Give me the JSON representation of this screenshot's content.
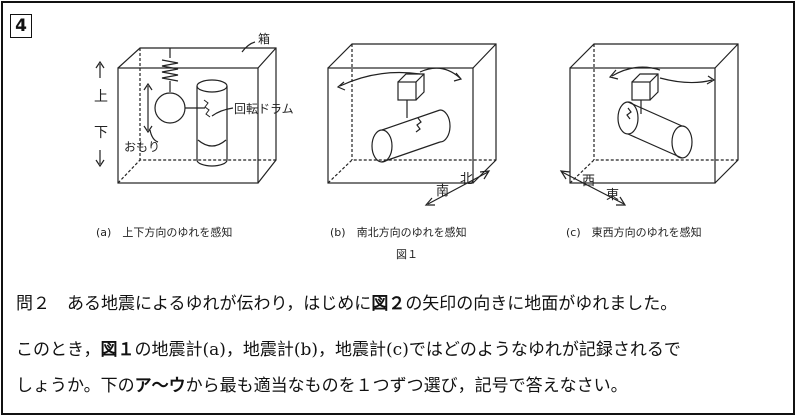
{
  "question_number": "4",
  "figure": {
    "label_box": "箱",
    "label_drum": "回転ドラム",
    "label_weight": "おもり",
    "label_up": "上",
    "label_down": "下",
    "dir_b_1": "南",
    "dir_b_2": "北",
    "dir_c_1": "西",
    "dir_c_2": "東",
    "caption_a": "(a)　上下方向のゆれを感知",
    "caption_b": "(b)　南北方向のゆれを感知",
    "caption_c": "(c)　東西方向のゆれを感知",
    "figure_title": "図１"
  },
  "question": {
    "line1_a": "問２　ある地震によるゆれが伝わり，はじめに",
    "line1_b": "図２",
    "line1_c": "の矢印の向きに地面がゆれました。",
    "line2_a": "このとき，",
    "line2_b": "図１",
    "line2_c": "の地震計(a)，地震計(b)，地震計(c)ではどのようなゆれが記録されるで",
    "line3_a": "しょうか。下の",
    "line3_b": "ア～ウ",
    "line3_c": "から最も適当なものを１つずつ選び，記号で答えなさい。"
  }
}
